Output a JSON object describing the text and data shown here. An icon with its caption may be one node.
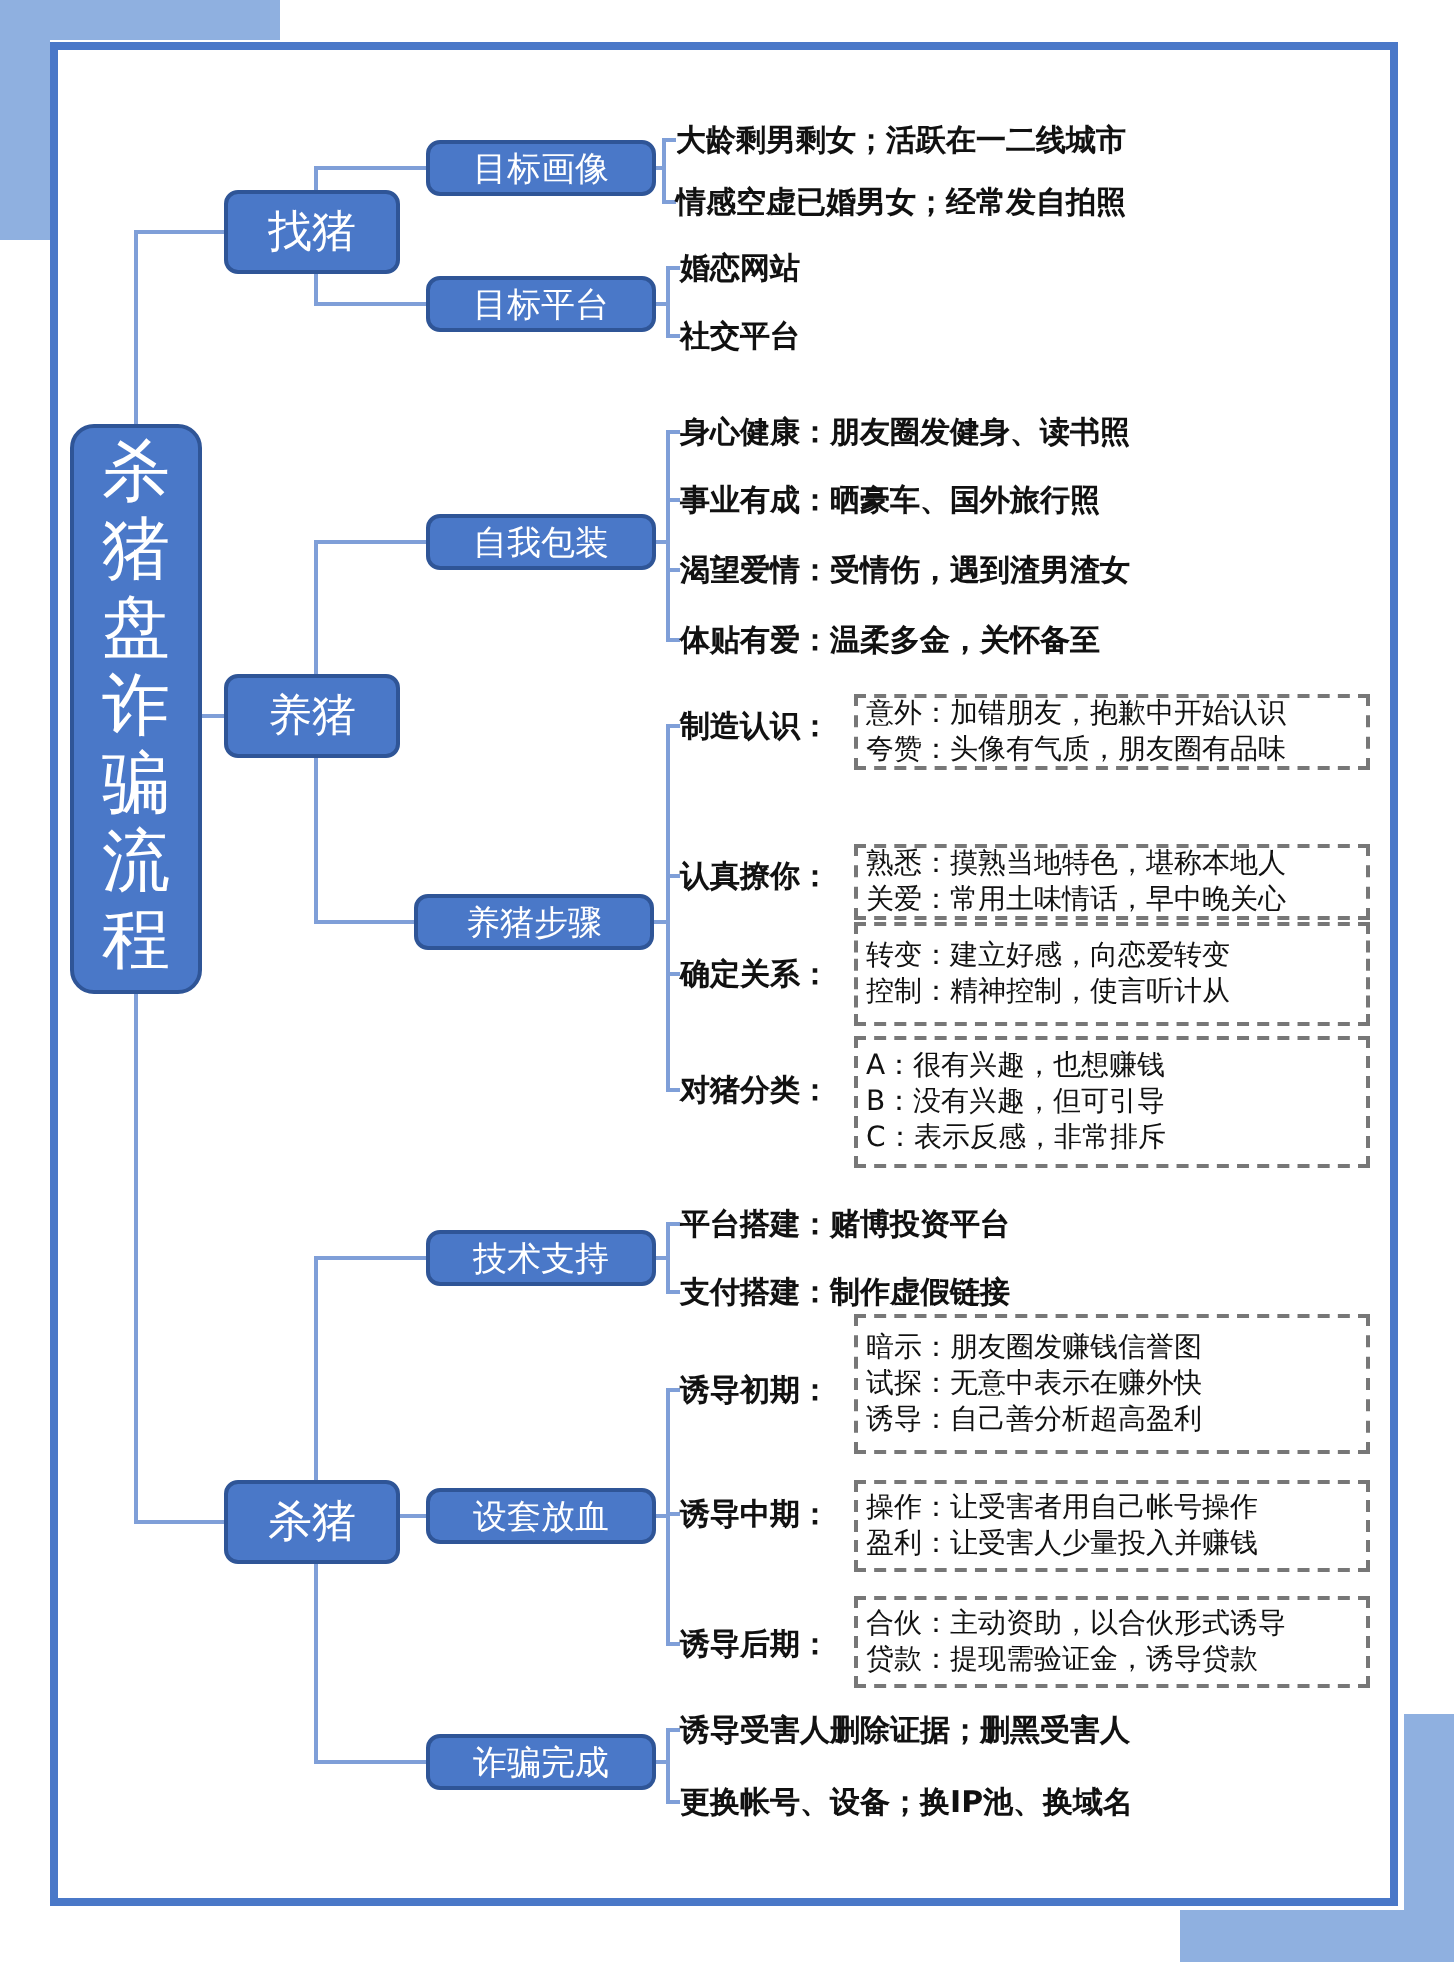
{
  "diagram": {
    "nodes": [
      {
        "text": [
          "杀猪盘诈骗流程"
        ]
      },
      {
        "text": [
          "找猪"
        ]
      },
      {
        "text": [
          "养猪"
        ]
      },
      {
        "text": [
          "杀猪"
        ]
      },
      {
        "text": [
          "目标画像"
        ]
      },
      {
        "text": [
          "目标平台"
        ]
      },
      {
        "text": [
          "自我包装"
        ]
      },
      {
        "text": [
          "养猪步骤"
        ]
      },
      {
        "text": [
          "技术支持"
        ]
      },
      {
        "text": [
          "设套放血"
        ]
      },
      {
        "text": [
          "诈骗完成"
        ]
      },
      {
        "text": [
          "大龄剩男剩女；活跃在一二线城市"
        ]
      },
      {
        "text": [
          "情感空虚已婚男女；经常发自拍照"
        ]
      },
      {
        "text": [
          "婚恋网站"
        ]
      },
      {
        "text": [
          "社交平台"
        ]
      },
      {
        "text": [
          "身心健康：朋友圈发健身、读书照"
        ]
      },
      {
        "text": [
          "事业有成：晒豪车、国外旅行照"
        ]
      },
      {
        "text": [
          "渴望爱情：受情伤，遇到渣男渣女"
        ]
      },
      {
        "text": [
          "体贴有爱：温柔多金，关怀备至"
        ]
      },
      {
        "text": [
          "制造认识："
        ]
      },
      {
        "text": [
          "意外：加错朋友，抱歉中开始认识",
          "夸赞：头像有气质，朋友圈有品味"
        ]
      },
      {
        "text": [
          "认真撩你："
        ]
      },
      {
        "text": [
          "熟悉：摸熟当地特色，堪称本地人",
          "关爱：常用土味情话，早中晚关心"
        ]
      },
      {
        "text": [
          "确定关系："
        ]
      },
      {
        "text": [
          "转变：建立好感，向恋爱转变",
          "控制：精神控制，使言听计从"
        ]
      },
      {
        "text": [
          "对猪分类："
        ]
      },
      {
        "text": [
          "A：很有兴趣，也想赚钱",
          "B：没有兴趣，但可引导",
          "C：表示反感，非常排斥"
        ]
      },
      {
        "text": [
          "平台搭建：赌博投资平台"
        ]
      },
      {
        "text": [
          "支付搭建：制作虚假链接"
        ]
      },
      {
        "text": [
          "诱导初期："
        ]
      },
      {
        "text": [
          "暗示：朋友圈发赚钱信誉图",
          "试探：无意中表示在赚外快",
          "诱导：自己善分析超高盈利"
        ]
      },
      {
        "text": [
          "诱导中期："
        ]
      },
      {
        "text": [
          "操作：让受害者用自己帐号操作",
          "盈利：让受害人少量投入并赚钱"
        ]
      },
      {
        "text": [
          "诱导后期："
        ]
      },
      {
        "text": [
          "合伙：主动资助，以合伙形式诱导",
          "贷款：提现需验证金，诱导贷款"
        ]
      },
      {
        "text": [
          "诱导受害人删除证据；删黑受害人"
        ]
      },
      {
        "text": [
          "更换帐号、设备；换IP池、换域名"
        ]
      }
    ],
    "edges": [
      {
        "from": 0,
        "to": 1,
        "arrow": "none"
      },
      {
        "from": 0,
        "to": 2,
        "arrow": "none"
      },
      {
        "from": 0,
        "to": 3,
        "arrow": "none"
      },
      {
        "from": 1,
        "to": 4,
        "arrow": "none"
      },
      {
        "from": 1,
        "to": 5,
        "arrow": "none"
      },
      {
        "from": 2,
        "to": 6,
        "arrow": "none"
      },
      {
        "from": 2,
        "to": 7,
        "arrow": "none"
      },
      {
        "from": 3,
        "to": 8,
        "arrow": "none"
      },
      {
        "from": 3,
        "to": 9,
        "arrow": "none"
      },
      {
        "from": 3,
        "to": 10,
        "arrow": "none"
      },
      {
        "from": 4,
        "to": 11,
        "arrow": "none"
      },
      {
        "from": 4,
        "to": 12,
        "arrow": "none"
      },
      {
        "from": 5,
        "to": 13,
        "arrow": "none"
      },
      {
        "from": 5,
        "to": 14,
        "arrow": "none"
      },
      {
        "from": 6,
        "to": 15,
        "arrow": "none"
      },
      {
        "from": 6,
        "to": 16,
        "arrow": "none"
      },
      {
        "from": 6,
        "to": 17,
        "arrow": "none"
      },
      {
        "from": 6,
        "to": 18,
        "arrow": "none"
      },
      {
        "from": 7,
        "to": 19,
        "arrow": "none"
      },
      {
        "from": 7,
        "to": 21,
        "arrow": "none"
      },
      {
        "from": 7,
        "to": 23,
        "arrow": "none"
      },
      {
        "from": 7,
        "to": 25,
        "arrow": "none"
      },
      {
        "from": 8,
        "to": 27,
        "arrow": "none"
      },
      {
        "from": 8,
        "to": 28,
        "arrow": "none"
      },
      {
        "from": 9,
        "to": 29,
        "arrow": "none"
      },
      {
        "from": 9,
        "to": 31,
        "arrow": "none"
      },
      {
        "from": 9,
        "to": 33,
        "arrow": "none"
      },
      {
        "from": 10,
        "to": 35,
        "arrow": "none"
      },
      {
        "from": 10,
        "to": 36,
        "arrow": "none"
      }
    ]
  }
}
